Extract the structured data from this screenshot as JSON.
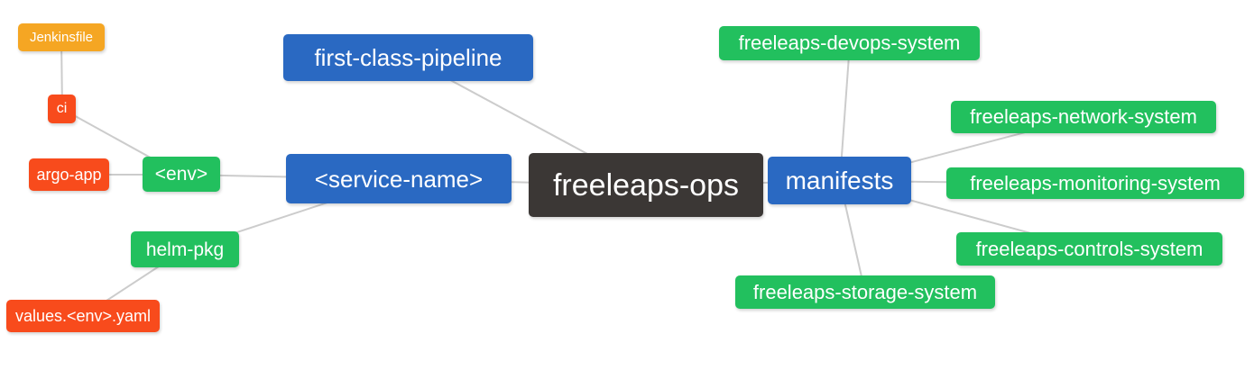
{
  "diagram": {
    "type": "mindmap",
    "edge_color": "#cccccc",
    "colors": {
      "amber": "#f5a623",
      "red": "#f84b1c",
      "green": "#22c05e",
      "blue": "#2a69c2",
      "dark": "#3b3735"
    },
    "nodes": {
      "jenkinsfile": {
        "label": "Jenkinsfile"
      },
      "ci": {
        "label": "ci"
      },
      "argo_app": {
        "label": "argo-app"
      },
      "env": {
        "label": "<env>"
      },
      "helm_pkg": {
        "label": "helm-pkg"
      },
      "values_yaml": {
        "label": "values.<env>.yaml"
      },
      "first_class_pipeline": {
        "label": "first-class-pipeline"
      },
      "service_name": {
        "label": "<service-name>"
      },
      "freeleaps_ops": {
        "label": "freeleaps-ops"
      },
      "manifests": {
        "label": "manifests"
      },
      "devops_system": {
        "label": "freeleaps-devops-system"
      },
      "network_system": {
        "label": "freeleaps-network-system"
      },
      "monitoring_system": {
        "label": "freeleaps-monitoring-system"
      },
      "controls_system": {
        "label": "freeleaps-controls-system"
      },
      "storage_system": {
        "label": "freeleaps-storage-system"
      }
    },
    "edges": [
      "jenkinsfile-ci",
      "ci-env",
      "argo_app-env",
      "env-service_name",
      "helm_pkg-service_name",
      "values_yaml-helm_pkg",
      "first_class_pipeline-freeleaps_ops",
      "service_name-freeleaps_ops",
      "freeleaps_ops-manifests",
      "manifests-devops_system",
      "manifests-network_system",
      "manifests-monitoring_system",
      "manifests-controls_system",
      "manifests-storage_system"
    ]
  }
}
